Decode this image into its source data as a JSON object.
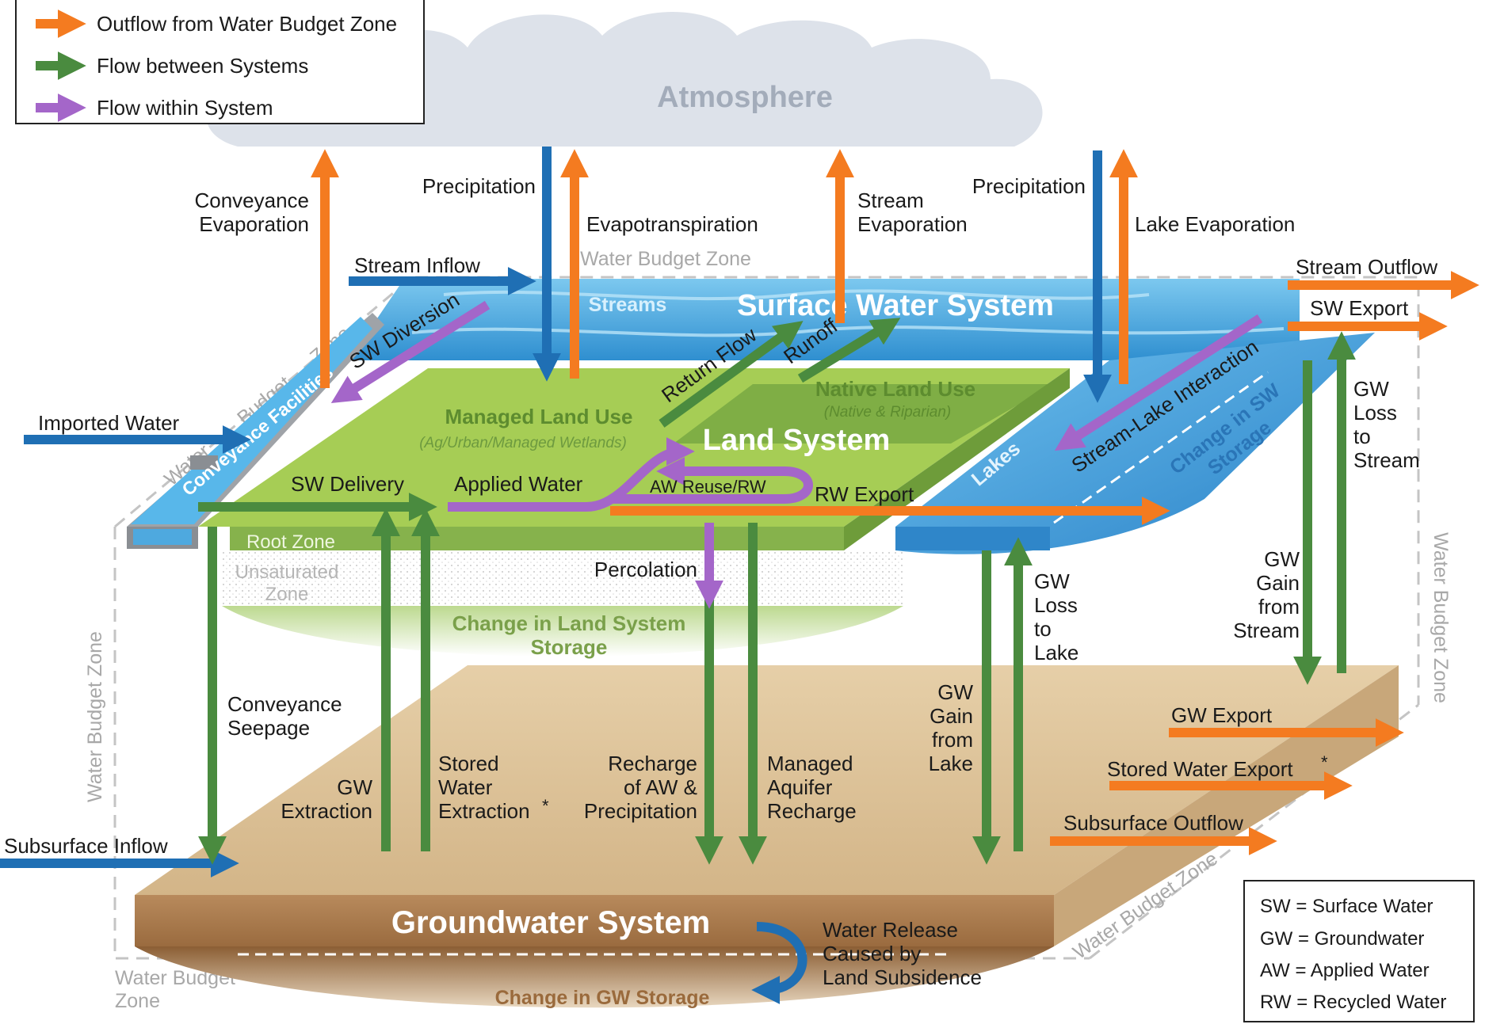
{
  "legend": {
    "items": [
      {
        "label": "Outflow from Water Budget Zone",
        "color": "#f47b20"
      },
      {
        "label": "Flow between Systems",
        "color": "#4a8b3f"
      },
      {
        "label": "Flow within System",
        "color": "#a466c9"
      }
    ]
  },
  "abbreviations": [
    "SW = Surface Water",
    "GW = Groundwater",
    "AW = Applied Water",
    "RW = Recycled Water"
  ],
  "systems": {
    "atmosphere": "Atmosphere",
    "surface_water": "Surface Water System",
    "streams": "Streams",
    "lakes": "Lakes",
    "land": "Land System",
    "managed_land_use": "Managed Land Use",
    "managed_land_use_sub": "(Ag/Urban/Managed Wetlands)",
    "native_land_use": "Native Land Use",
    "native_land_use_sub": "(Native & Riparian)",
    "conveyance_facilities": "Conveyance Facilities",
    "root_zone": "Root Zone",
    "unsaturated_zone": [
      "Unsaturated",
      "Zone"
    ],
    "change_land_storage": [
      "Change in Land System",
      "Storage"
    ],
    "change_sw_storage": [
      "Change in SW",
      "Storage"
    ],
    "groundwater": "Groundwater System",
    "change_gw_storage": "Change in GW Storage"
  },
  "zone_labels": {
    "top": "Water Budget Zone",
    "diag": [
      "Water",
      "Budget",
      "Zone"
    ],
    "left": "Water Budget Zone",
    "right": "Water Budget Zone",
    "bottom_diag": "Water Budget Zone",
    "bottom_left": [
      "Water Budget",
      "Zone"
    ]
  },
  "flows": {
    "conveyance_evaporation": [
      "Conveyance",
      "Evaporation"
    ],
    "precipitation_left": "Precipitation",
    "evapotranspiration": "Evapotranspiration",
    "stream_evaporation": [
      "Stream",
      "Evaporation"
    ],
    "precipitation_right": "Precipitation",
    "lake_evaporation": "Lake Evaporation",
    "stream_inflow": "Stream Inflow",
    "stream_outflow": "Stream Outflow",
    "sw_export": "SW Export",
    "sw_diversion": "SW Diversion",
    "return_flow": "Return Flow",
    "runoff": "Runoff",
    "stream_lake_interaction": "Stream-Lake Interaction",
    "imported_water": "Imported Water",
    "sw_delivery": "SW Delivery",
    "applied_water": "Applied Water",
    "aw_reuse": "AW Reuse/RW",
    "rw_export": "RW Export",
    "gw_loss_to_stream": [
      "GW",
      "Loss",
      "to",
      "Stream"
    ],
    "gw_gain_from_stream": [
      "GW",
      "Gain",
      "from",
      "Stream"
    ],
    "percolation": "Percolation",
    "gw_loss_to_lake": [
      "GW",
      "Loss",
      "to",
      "Lake"
    ],
    "gw_gain_from_lake": [
      "GW",
      "Gain",
      "from",
      "Lake"
    ],
    "conveyance_seepage": [
      "Conveyance",
      "Seepage"
    ],
    "gw_extraction": [
      "GW",
      "Extraction"
    ],
    "stored_water_extraction": [
      "Stored",
      "Water",
      "Extraction"
    ],
    "recharge": [
      "Recharge",
      "of AW &",
      "Precipitation"
    ],
    "managed_aquifer_recharge": [
      "Managed",
      "Aquifer",
      "Recharge"
    ],
    "gw_export": "GW Export",
    "stored_water_export": "Stored Water Export",
    "subsurface_outflow": "Subsurface Outflow",
    "subsurface_inflow": "Subsurface Inflow",
    "water_release": [
      "Water Release",
      "Caused by",
      "Land Subsidence"
    ],
    "asterisk": "*"
  }
}
